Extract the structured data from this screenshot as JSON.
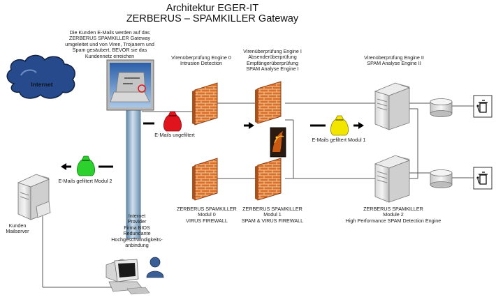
{
  "title": {
    "line1": "Architektur EGER-IT",
    "line2": "ZERBERUS – SPAMKILLER Gateway"
  },
  "intro": [
    "Die Kunden E-Mails werden auf das",
    "ZERBERUS SPAMKILLER Gateway",
    "umgeleitet und von Viren, Trojanern und",
    "Spam gesäubert, BEVOR sie das",
    "Kundennetz erreichen"
  ],
  "internet_label": "Internet",
  "engine0": {
    "line1": "Virenüberprüfung Engine 0",
    "line2": "Intrusion Detection"
  },
  "engine1": {
    "line1": "Virenüberprüfung Engine I",
    "line2": "Absenderüberprüfung",
    "line3": "Empfängerüberprüfung",
    "line4": "SPAM Analyse Engine I"
  },
  "engine2": {
    "line1": "Virenüberprüfung Engine II",
    "line2": "SPAM Analyse Engine II"
  },
  "flow": {
    "unfiltered": "E-Mails ungefiltert",
    "filtered1": "E-Mails gefiltert Modul 1",
    "filtered2": "E-Mails gefiltert Modul 2"
  },
  "modules": {
    "m0": {
      "line1": "ZERBERUS SPAMKILLER",
      "line2": "Modul 0",
      "line3": "VIRUS FIREWALL"
    },
    "m1": {
      "line1": "ZERBERUS SPAMKILLER",
      "line2": "Modul 1",
      "line3": "SPAM & VIRUS FIREWALL"
    },
    "m2": {
      "line1": "ZERBERUS SPAMKILLER",
      "line2": "Module 2",
      "line3": "High Performance SPAM Detection Engine"
    }
  },
  "provider": [
    "Internet",
    "Provider",
    "Firma BIOS",
    "Redundante",
    "Hochgeschwindigkeits-",
    "anbindung"
  ],
  "customer": {
    "line1": "Kunden",
    "line2": "Mailserver"
  },
  "colors": {
    "brick": "#d9702a",
    "mortar": "#f2c79a",
    "bag_red": "#e0141c",
    "bag_yellow": "#f2e600",
    "bag_green": "#2dd12d",
    "cloud": "#274a8c",
    "pole": "#8fb2cc"
  }
}
